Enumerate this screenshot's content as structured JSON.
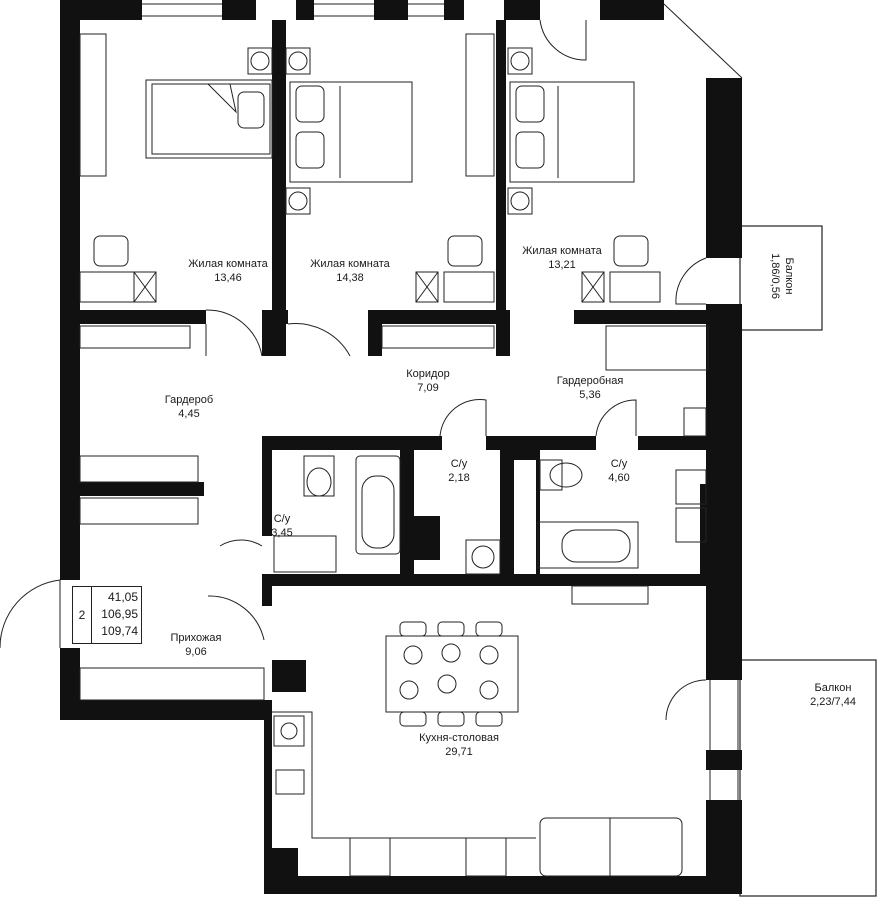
{
  "rooms": [
    {
      "id": "bedroom1",
      "name": "Жилая комната",
      "area": "13,46"
    },
    {
      "id": "bedroom2",
      "name": "Жилая комната",
      "area": "14,38"
    },
    {
      "id": "bedroom3",
      "name": "Жилая комната",
      "area": "13,21"
    },
    {
      "id": "wardrobe",
      "name": "Гардероб",
      "area": "4,45"
    },
    {
      "id": "corridor",
      "name": "Коридор",
      "area": "7,09"
    },
    {
      "id": "dressing_room",
      "name": "Гардеробная",
      "area": "5,36"
    },
    {
      "id": "bath1",
      "name": "С/у",
      "area": "2,18"
    },
    {
      "id": "bath2",
      "name": "С/у",
      "area": "4,60"
    },
    {
      "id": "bath3",
      "name": "С/у",
      "area": "3,45"
    },
    {
      "id": "hall",
      "name": "Прихожая",
      "area": "9,06"
    },
    {
      "id": "kitchen",
      "name": "Кухня-столовая",
      "area": "29,71"
    },
    {
      "id": "balcony_small",
      "name": "Балкон",
      "area": "1,86/0,56"
    },
    {
      "id": "balcony_large",
      "name": "Балкон",
      "area": "2,23/7,44"
    }
  ],
  "summary": {
    "room_count": "2",
    "areas": [
      "41,05",
      "106,95",
      "109,74"
    ]
  },
  "colors": {
    "wall": "#111111",
    "line": "#222222",
    "background": "#ffffff"
  }
}
